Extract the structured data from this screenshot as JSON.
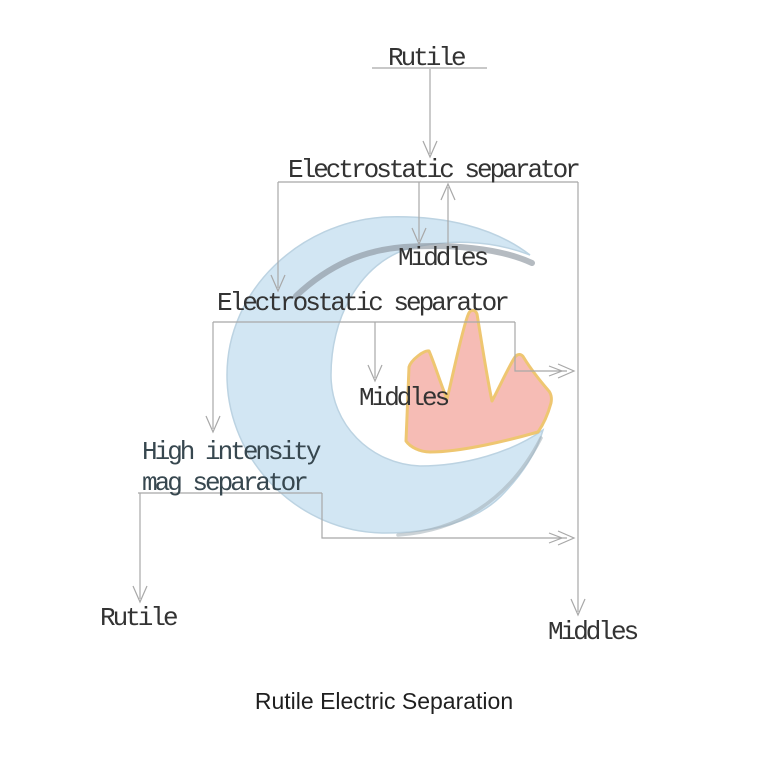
{
  "diagram": {
    "title": "Rutile Electric Separation",
    "nodes": {
      "feed": {
        "label": "Rutile"
      },
      "separator1": {
        "label": "Electrostatic separator"
      },
      "middles1": {
        "label": "Middles"
      },
      "separator2": {
        "label": "Electrostatic separator"
      },
      "middles2": {
        "label": "Middles"
      },
      "mag_separator": {
        "label": "High intensity mag separator"
      },
      "rutile_product": {
        "label": "Rutile"
      },
      "middles_product": {
        "label": "Middles"
      }
    },
    "edges": [
      {
        "from": "feed",
        "to": "separator1"
      },
      {
        "from": "separator1",
        "to": "middles1"
      },
      {
        "from": "middles1",
        "to": "separator1"
      },
      {
        "from": "separator1",
        "to": "separator2"
      },
      {
        "from": "separator1",
        "to": "middles_product"
      },
      {
        "from": "separator2",
        "to": "middles2"
      },
      {
        "from": "separator2",
        "to": "mag_separator"
      },
      {
        "from": "separator2",
        "to": "middles_product"
      },
      {
        "from": "mag_separator",
        "to": "rutile_product"
      },
      {
        "from": "mag_separator",
        "to": "middles_product"
      }
    ],
    "colors": {
      "line": "#a8a8a8",
      "text": "#333333",
      "crescent_blue": "#d2e6f3",
      "crescent_shadow": "#8d97a0",
      "crown_pink": "#f6b9b2",
      "crown_outline": "#eec36a"
    }
  }
}
